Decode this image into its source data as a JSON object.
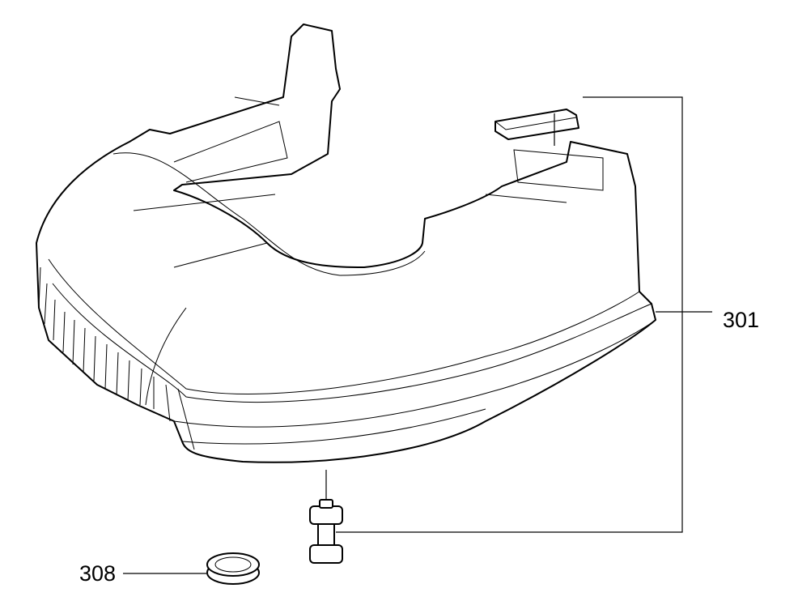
{
  "callouts": [
    {
      "id": "301",
      "label": "301"
    },
    {
      "id": "308",
      "label": "308"
    }
  ]
}
